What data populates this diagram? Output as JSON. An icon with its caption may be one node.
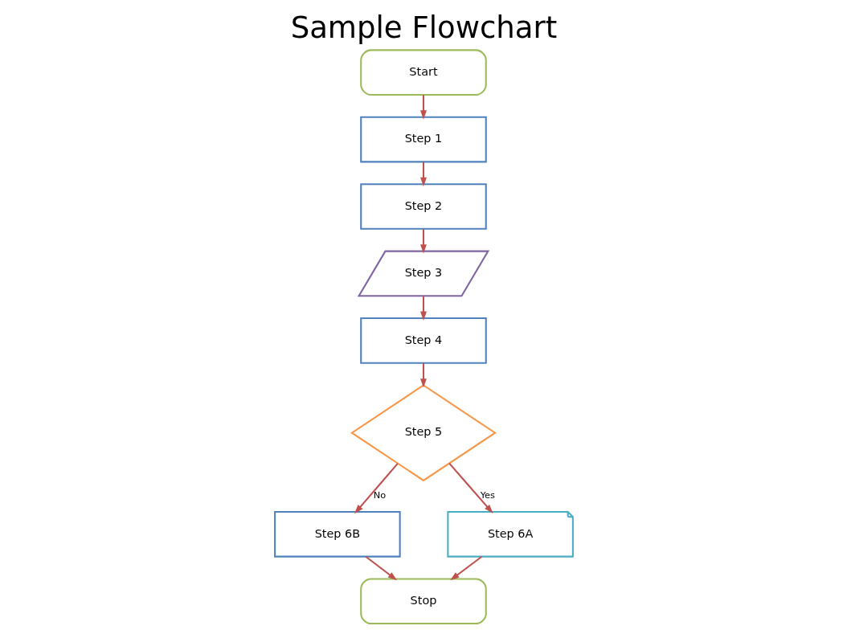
{
  "diagram": {
    "title": "Sample Flowchart",
    "nodes": [
      {
        "text": [
          "Start"
        ]
      },
      {
        "text": [
          "Step 1"
        ]
      },
      {
        "text": [
          "Step 2"
        ]
      },
      {
        "text": [
          "Step 3"
        ]
      },
      {
        "text": [
          "Step 4"
        ]
      },
      {
        "text": [
          "Step 5"
        ]
      },
      {
        "text": [
          "Step 6B"
        ]
      },
      {
        "text": [
          "Step 6A"
        ]
      },
      {
        "text": [
          "Stop"
        ]
      }
    ],
    "edges": [
      {
        "from": 0,
        "to": 1,
        "arrow": "to"
      },
      {
        "from": 1,
        "to": 2,
        "arrow": "to"
      },
      {
        "from": 2,
        "to": 3,
        "arrow": "to"
      },
      {
        "from": 3,
        "to": 4,
        "arrow": "to"
      },
      {
        "from": 4,
        "to": 5,
        "arrow": "to"
      },
      {
        "from": 5,
        "to": 6,
        "arrow": "to",
        "label": "No"
      },
      {
        "from": 5,
        "to": 7,
        "arrow": "to",
        "label": "Yes"
      },
      {
        "from": 7,
        "to": 8,
        "arrow": "to"
      },
      {
        "from": 6,
        "to": 8,
        "arrow": "to"
      }
    ]
  }
}
